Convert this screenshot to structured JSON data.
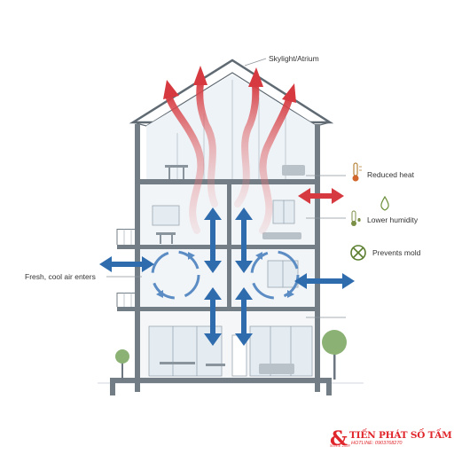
{
  "labels": {
    "skylight": "Skylight/Atrium",
    "reduced_heat": "Reduced heat",
    "lower_humidity": "Lower humidity",
    "prevents_mold": "Prevents mold",
    "fresh_air": "Fresh, cool air enters"
  },
  "brand": {
    "name": "TIẾN PHÁT SỐ TẤM",
    "hotline": "HOTLINE: 0903768270",
    "since": "SINCE 2009"
  },
  "colors": {
    "warm_air": "#d84a4f",
    "cool_air": "#2f6cad",
    "structure": "#6b7680",
    "glass": "#dfe9f1",
    "brand": "#e0262b"
  }
}
